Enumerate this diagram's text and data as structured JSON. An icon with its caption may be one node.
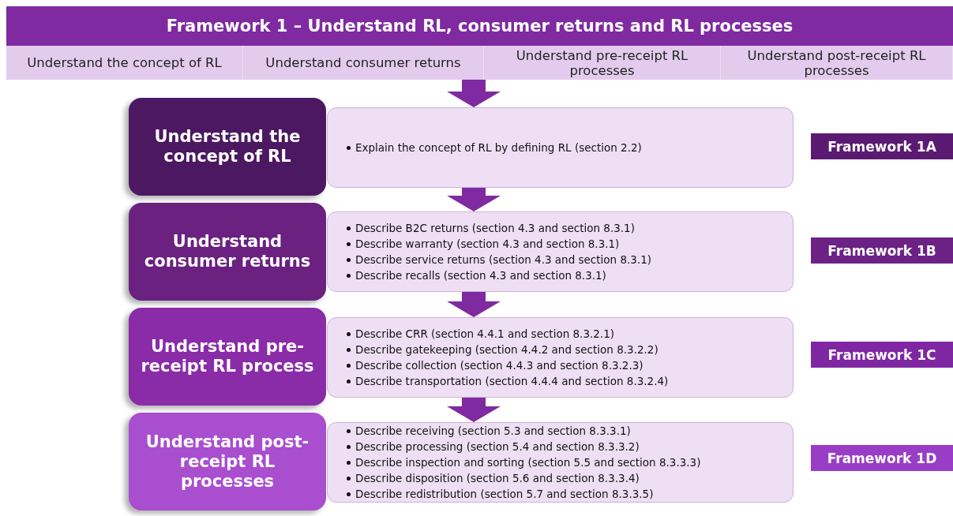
{
  "diagram": {
    "title": "Framework 1 – Understand RL, consumer returns and RL processes",
    "nodes": [
      {
        "text": [],
        "shape": "bar"
      },
      {
        "text": [
          "Understand the concept of RL"
        ],
        "in": 0
      },
      {
        "text": [
          "Understand consumer returns"
        ],
        "in": 0
      },
      {
        "text": [
          "Understand pre-receipt RL processes"
        ],
        "in": 0
      },
      {
        "text": [
          "Understand post-receipt RL processes"
        ],
        "in": 0
      },
      {
        "text": [
          "Understand the concept of RL"
        ]
      },
      {
        "text": [
          "Explain the concept of RL by defining RL (section 2.2)"
        ]
      },
      {
        "text": [
          "Framework 1A"
        ]
      },
      {
        "text": [
          "Understand consumer returns"
        ]
      },
      {
        "text": [
          "Describe B2C returns (section 4.3 and section 8.3.1)",
          "Describe warranty (section 4.3 and section 8.3.1)",
          "Describe service returns (section 4.3 and section 8.3.1)",
          "Describe recalls (section 4.3 and section 8.3.1)"
        ]
      },
      {
        "text": [
          "Framework 1B"
        ]
      },
      {
        "text": [
          "Understand pre-receipt RL process"
        ]
      },
      {
        "text": [
          "Describe CRR (section 4.4.1 and section 8.3.2.1)",
          "Describe gatekeeping (section 4.4.2 and section 8.3.2.2)",
          "Describe collection (section 4.4.3 and section 8.3.2.3)",
          "Describe transportation (section 4.4.4 and section 8.3.2.4)"
        ]
      },
      {
        "text": [
          "Framework 1C"
        ]
      },
      {
        "text": [
          "Understand post-receipt RL processes"
        ]
      },
      {
        "text": [
          "Describe receiving (section 5.3 and section 8.3.3.1)",
          "Describe processing (section 5.4 and section 8.3.3.2)",
          "Describe inspection and sorting (section 5.5 and section 8.3.3.3)",
          "Describe disposition (section 5.6 and section 8.3.3.4)",
          "Describe redistribution (section 5.7 and section 8.3.3.5)"
        ]
      },
      {
        "text": [
          "Framework 1D"
        ]
      }
    ],
    "edges": [
      {
        "from": 0,
        "to": 6,
        "arrow": "to"
      },
      {
        "from": 6,
        "to": 9,
        "arrow": "to"
      },
      {
        "from": 9,
        "to": 12,
        "arrow": "to"
      },
      {
        "from": 12,
        "to": 15,
        "arrow": "to"
      }
    ]
  }
}
